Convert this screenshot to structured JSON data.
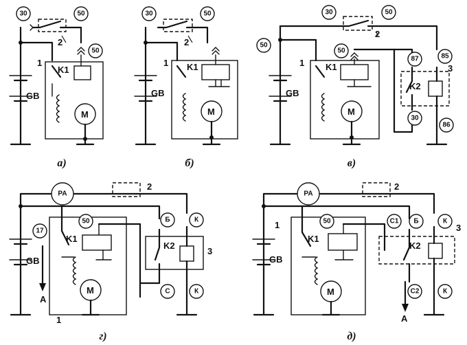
{
  "terminals": {
    "t30": "30",
    "t50": "50",
    "t87": "87",
    "t85": "85",
    "t86": "86",
    "t17": "17",
    "t_b": "Б",
    "t_k": "К",
    "t_c": "С",
    "t_c1": "С1",
    "t_c2": "С2"
  },
  "labels": {
    "gb": "GB",
    "k1": "K1",
    "k2": "K2",
    "motor": "M",
    "ammeter": "PA",
    "n1": "1",
    "n2": "2",
    "n3": "3",
    "out_a": "A"
  },
  "captions": {
    "a": "а)",
    "b": "б)",
    "v": "в)",
    "g": "г)",
    "d": "д)"
  }
}
